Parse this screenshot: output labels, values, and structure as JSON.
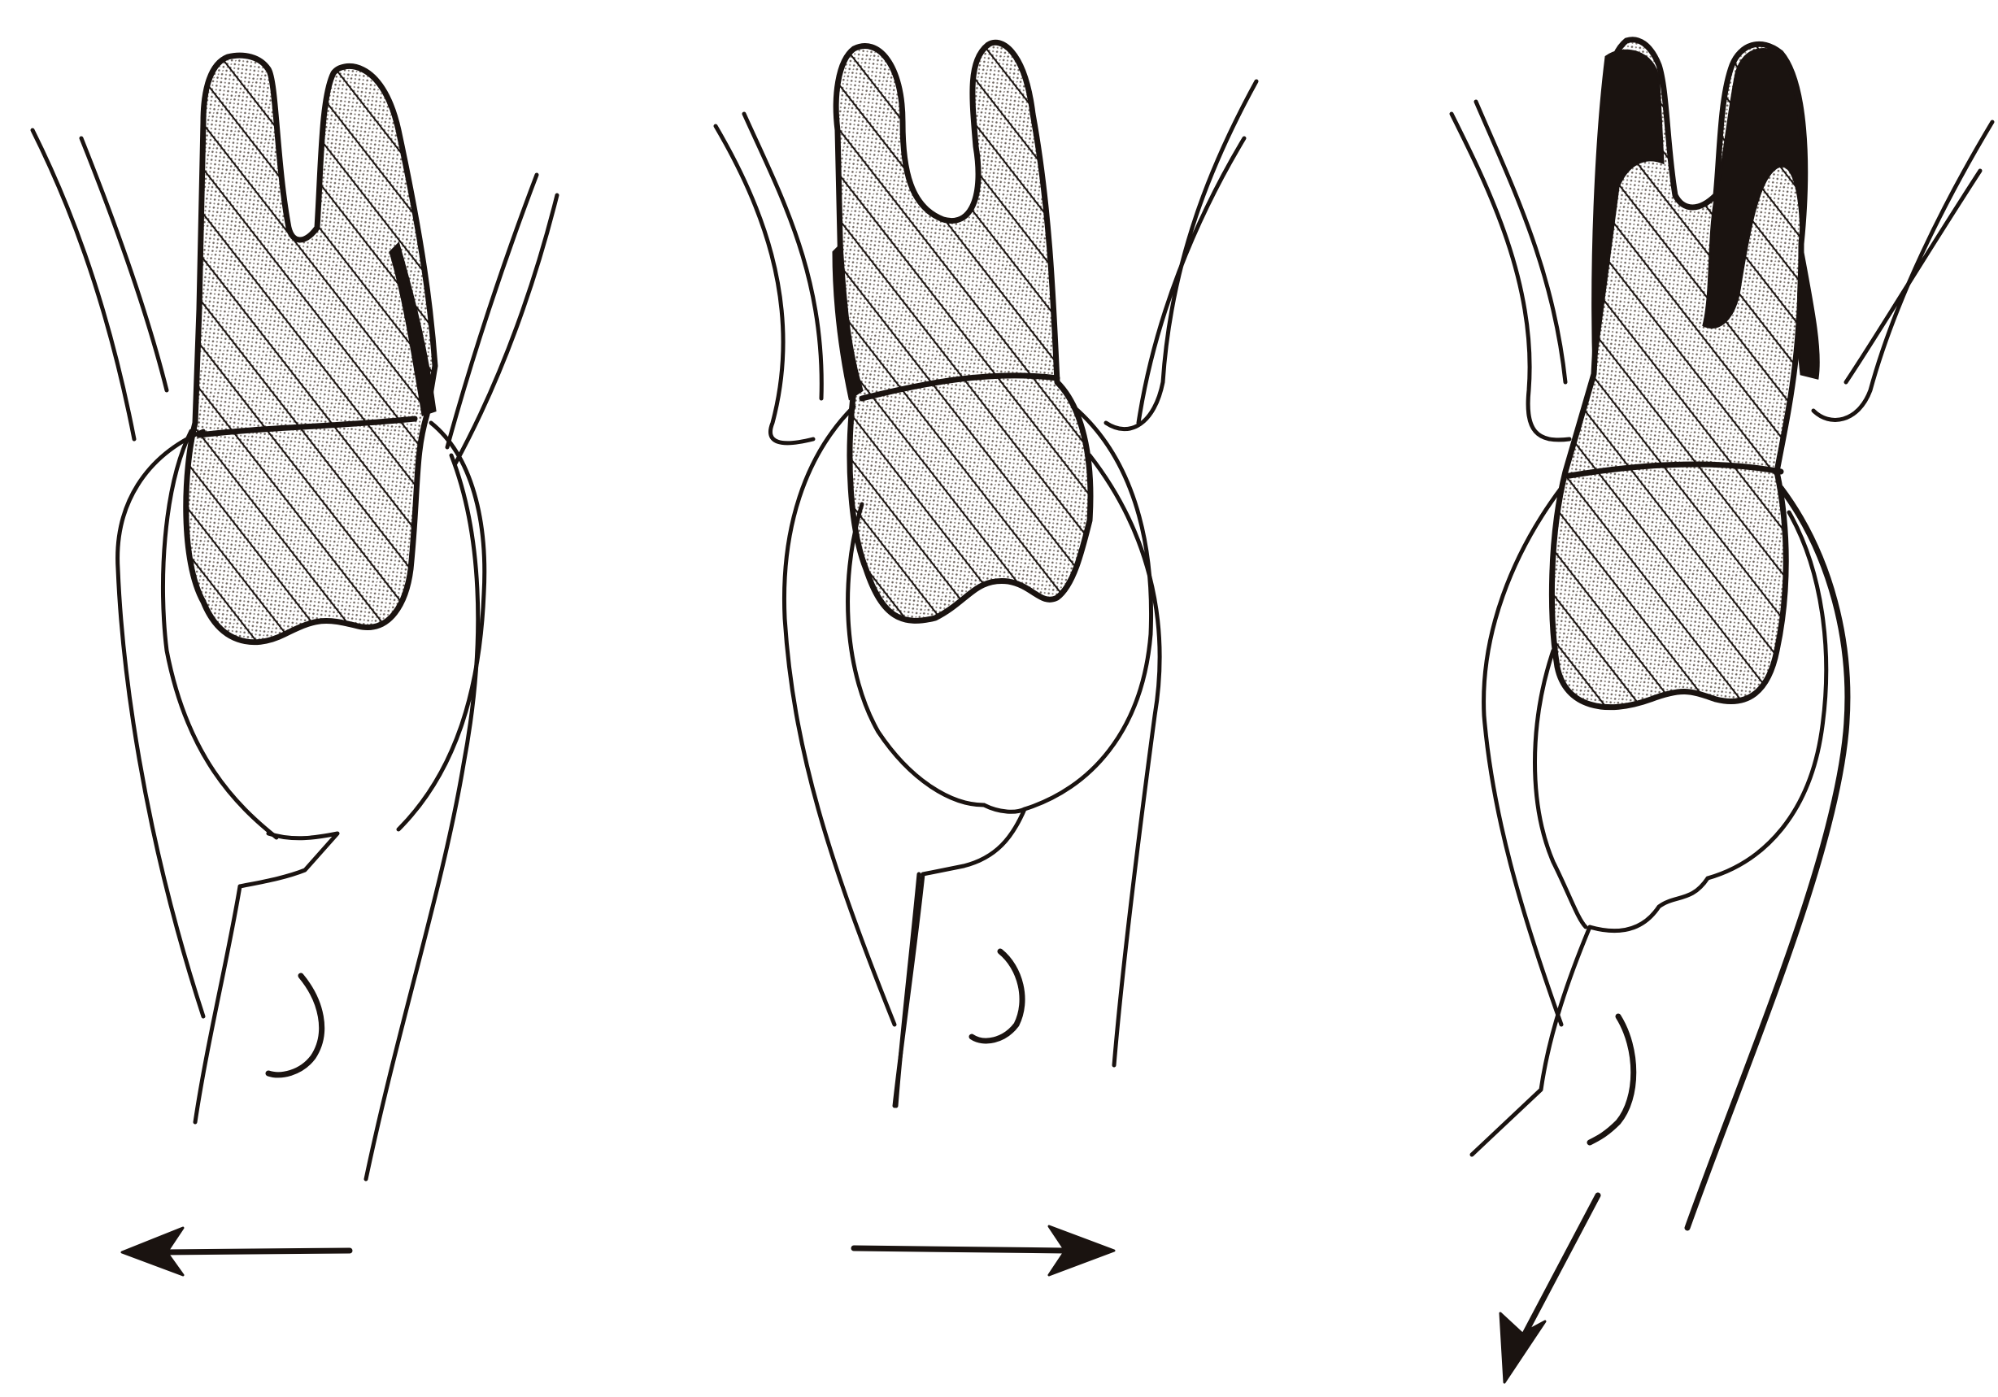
{
  "figure": {
    "panels": [
      {
        "id": "left",
        "force_direction": "left"
      },
      {
        "id": "middle",
        "force_direction": "right"
      },
      {
        "id": "right",
        "force_direction": "down-left"
      }
    ],
    "ink_color": "#1a1310",
    "background_color": "#ffffff"
  }
}
